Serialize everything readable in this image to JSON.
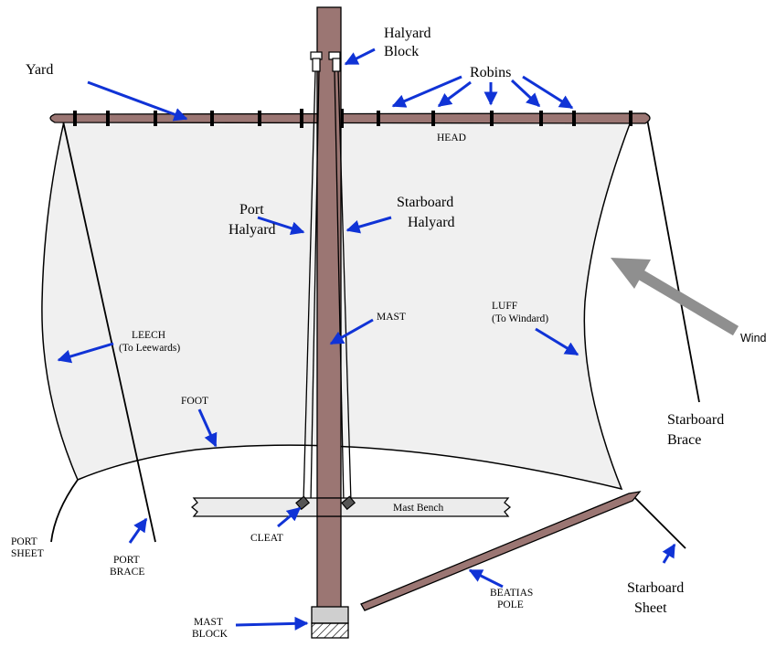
{
  "colors": {
    "wood": "#9b7673",
    "sail": "#f0f0f0",
    "arrow": "#1033d6",
    "wind_arrow": "#8f8f8f",
    "bench": "#ececec",
    "block": "#cfcfcf"
  },
  "labels": {
    "yard": "Yard",
    "halyard_block_1": "Halyard",
    "halyard_block_2": "Block",
    "robins": "Robins",
    "head": "HEAD",
    "port_halyard_1": "Port",
    "port_halyard_2": "Halyard",
    "starboard_halyard_1": "Starboard",
    "starboard_halyard_2": "Halyard",
    "mast": "MAST",
    "luff_1": "LUFF",
    "luff_2": "(To Windard)",
    "wind": "Wind",
    "leech_1": "LEECH",
    "leech_2": "(To Leewards)",
    "foot": "FOOT",
    "starboard_brace_1": "Starboard",
    "starboard_brace_2": "Brace",
    "mast_bench": "Mast Bench",
    "cleat": "CLEAT",
    "port_sheet_1": "PORT",
    "port_sheet_2": "SHEET",
    "port_brace_1": "PORT",
    "port_brace_2": "BRACE",
    "beatias_pole_1": "BEATIAS",
    "beatias_pole_2": "POLE",
    "starboard_sheet_1": "Starboard",
    "starboard_sheet_2": "Sheet",
    "mast_block_1": "MAST",
    "mast_block_2": "BLOCK"
  }
}
